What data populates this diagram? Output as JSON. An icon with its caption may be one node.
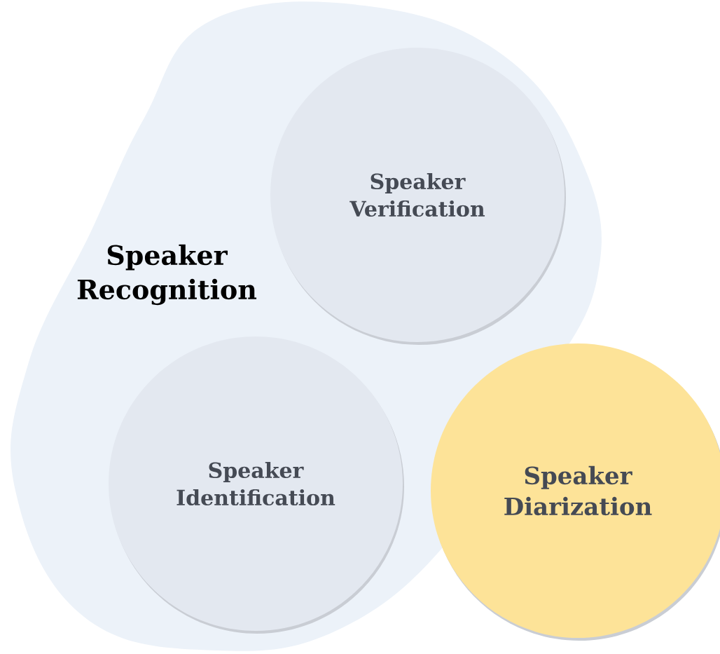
{
  "diagram": {
    "nodes": [
      {
        "text": [
          "Speaker Recognition"
        ]
      },
      {
        "text": [
          "Speaker Verification"
        ],
        "in": 0
      },
      {
        "text": [
          "Speaker Identification"
        ],
        "in": 0
      },
      {
        "text": [
          "Speaker Diarization"
        ]
      }
    ]
  }
}
